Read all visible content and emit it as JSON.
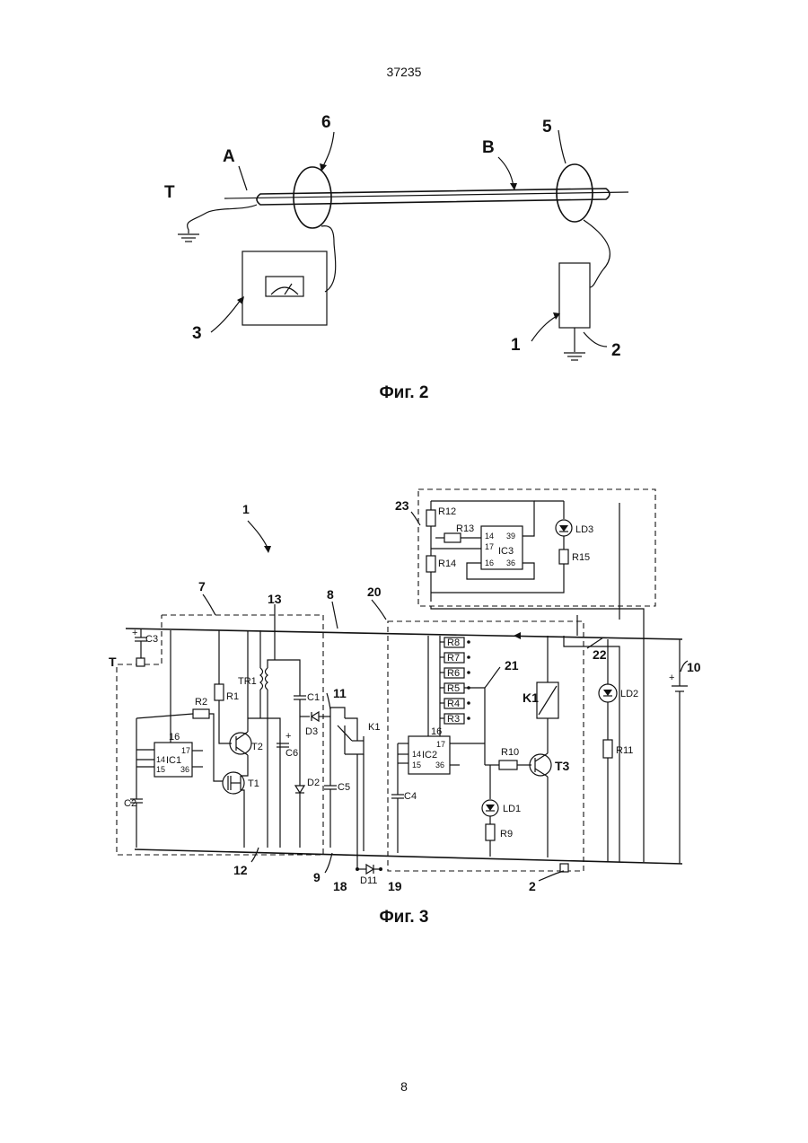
{
  "header": {
    "doc_number": "37235"
  },
  "footer": {
    "page_number": "8"
  },
  "fig2": {
    "caption": "Фиг. 2",
    "labels": {
      "A": "A",
      "B": "B",
      "T": "T",
      "n1": "1",
      "n2": "2",
      "n3": "3",
      "n5": "5",
      "n6": "6"
    }
  },
  "fig3": {
    "caption": "Фиг. 3",
    "labels": {
      "n1": "1",
      "n2": "2",
      "n7": "7",
      "n8": "8",
      "n9": "9",
      "n10": "10",
      "n11": "11",
      "n12": "12",
      "n13": "13",
      "n18": "18",
      "n19": "19",
      "n20": "20",
      "n21": "21",
      "n22": "22",
      "n23": "23",
      "T": "T",
      "C1": "C1",
      "C2": "C2",
      "C3": "C3",
      "C4": "C4",
      "C5": "C5",
      "C6": "C6",
      "R1": "R1",
      "R2": "R2",
      "R3": "R3",
      "R4": "R4",
      "R5": "R5",
      "R6": "R6",
      "R7": "R7",
      "R8": "R8",
      "R9": "R9",
      "R10": "R10",
      "R11": "R11",
      "R12": "R12",
      "R13": "R13",
      "R14": "R14",
      "R15": "R15",
      "TR1": "TR1",
      "T1": "T1",
      "T2": "T2",
      "T3": "T3",
      "D2": "D2",
      "D3": "D3",
      "D11": "D11",
      "LD1": "LD1",
      "LD2": "LD2",
      "LD3": "LD3",
      "K1": "K1",
      "IC1": "IC1",
      "IC2": "IC2",
      "IC3": "IC3",
      "p14": "14",
      "p15": "15",
      "p16": "16",
      "p17": "17",
      "p36": "36",
      "p39": "39",
      "plus": "+"
    }
  }
}
